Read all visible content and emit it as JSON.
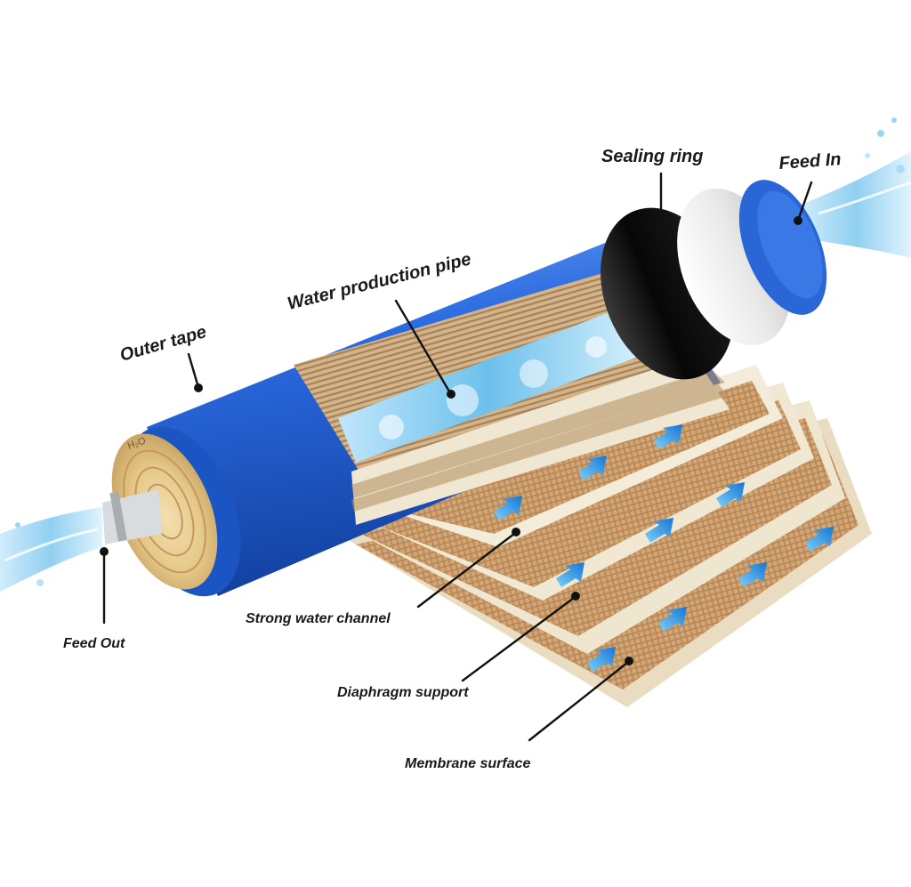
{
  "labels": {
    "sealing_ring": "Sealing ring",
    "feed_in": "Feed In",
    "water_production_pipe": "Water production pipe",
    "outer_tape": "Outer tape",
    "strong_water_channel": "Strong water channel",
    "feed_out": "Feed Out",
    "diaphragm_support": "Diaphragm support",
    "membrane_surface": "Membrane surface"
  },
  "end_cap_text": "H₂O",
  "colors": {
    "tube_blue": "#1f5fd0",
    "tube_highlight": "#5b92f0",
    "sealing_ring": "#0d0d0d",
    "white_band": "#f2f2f2",
    "membrane_tan": "#d7b184",
    "sheet_cream": "#ece3cc",
    "arrow_blue": "#1e9be8",
    "water_blue": "#9fd3f2"
  }
}
